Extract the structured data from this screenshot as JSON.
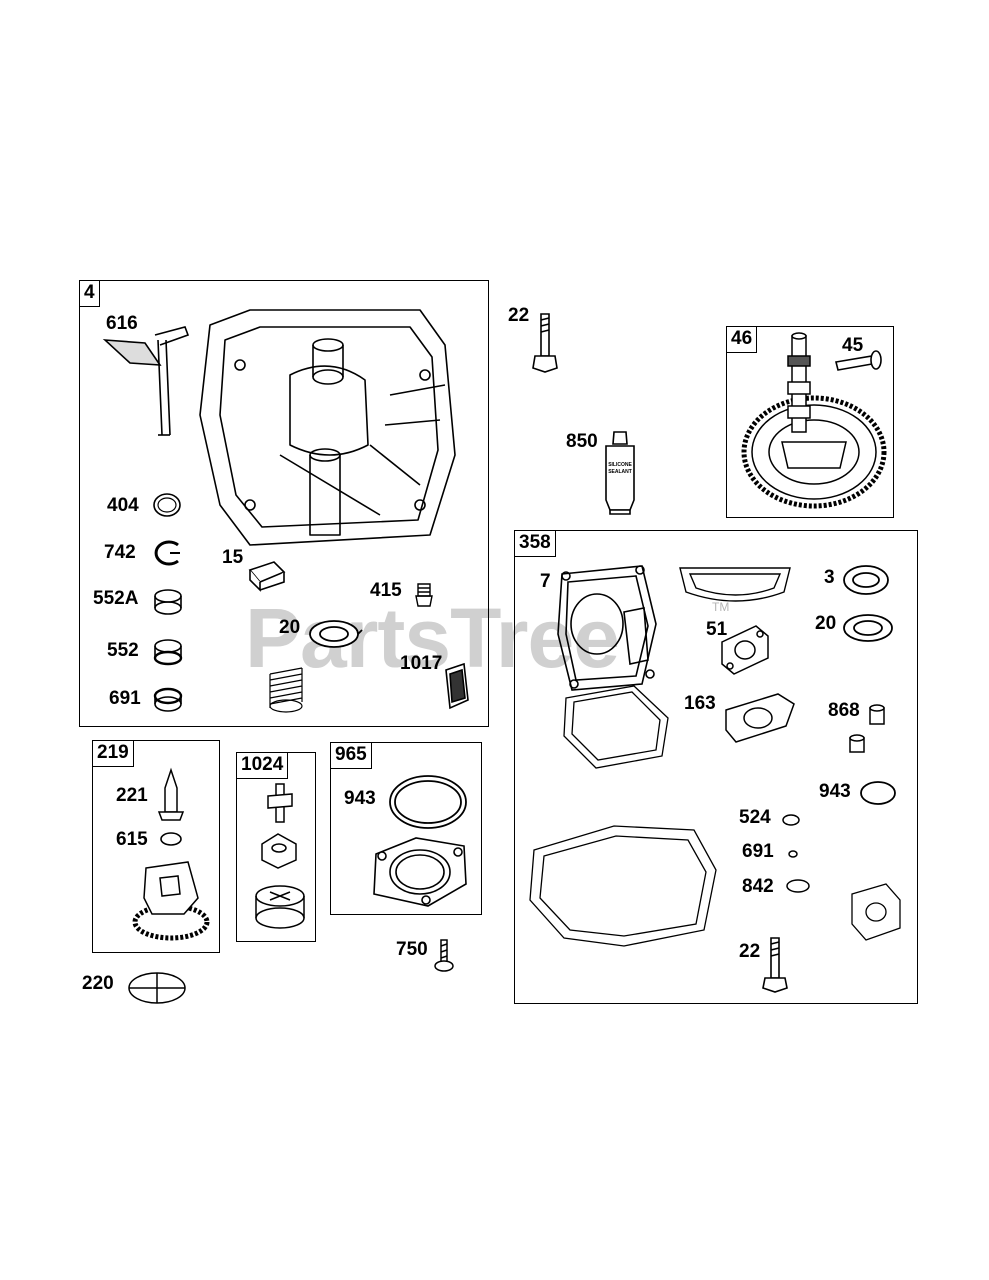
{
  "watermark": "PartsTree",
  "trademark": "TM",
  "groups": {
    "g4": "4",
    "g219": "219",
    "g1024": "1024",
    "g965": "965",
    "g46": "46",
    "g358": "358"
  },
  "labels": {
    "l616": "616",
    "l404": "404",
    "l742": "742",
    "l552a": "552A",
    "l552": "552",
    "l691a": "691",
    "l15": "15",
    "l415": "415",
    "l20a": "20",
    "l1017": "1017",
    "l22a": "22",
    "l850": "850",
    "l45": "45",
    "l221": "221",
    "l615": "615",
    "l220": "220",
    "l943a": "943",
    "l750": "750",
    "l7": "7",
    "l3": "3",
    "l51": "51",
    "l20b": "20",
    "l163": "163",
    "l868": "868",
    "l943b": "943",
    "l524": "524",
    "l691b": "691",
    "l842": "842",
    "l22b": "22"
  },
  "tube_text": {
    "line1": "SILICONE",
    "line2": "SEALANT"
  }
}
